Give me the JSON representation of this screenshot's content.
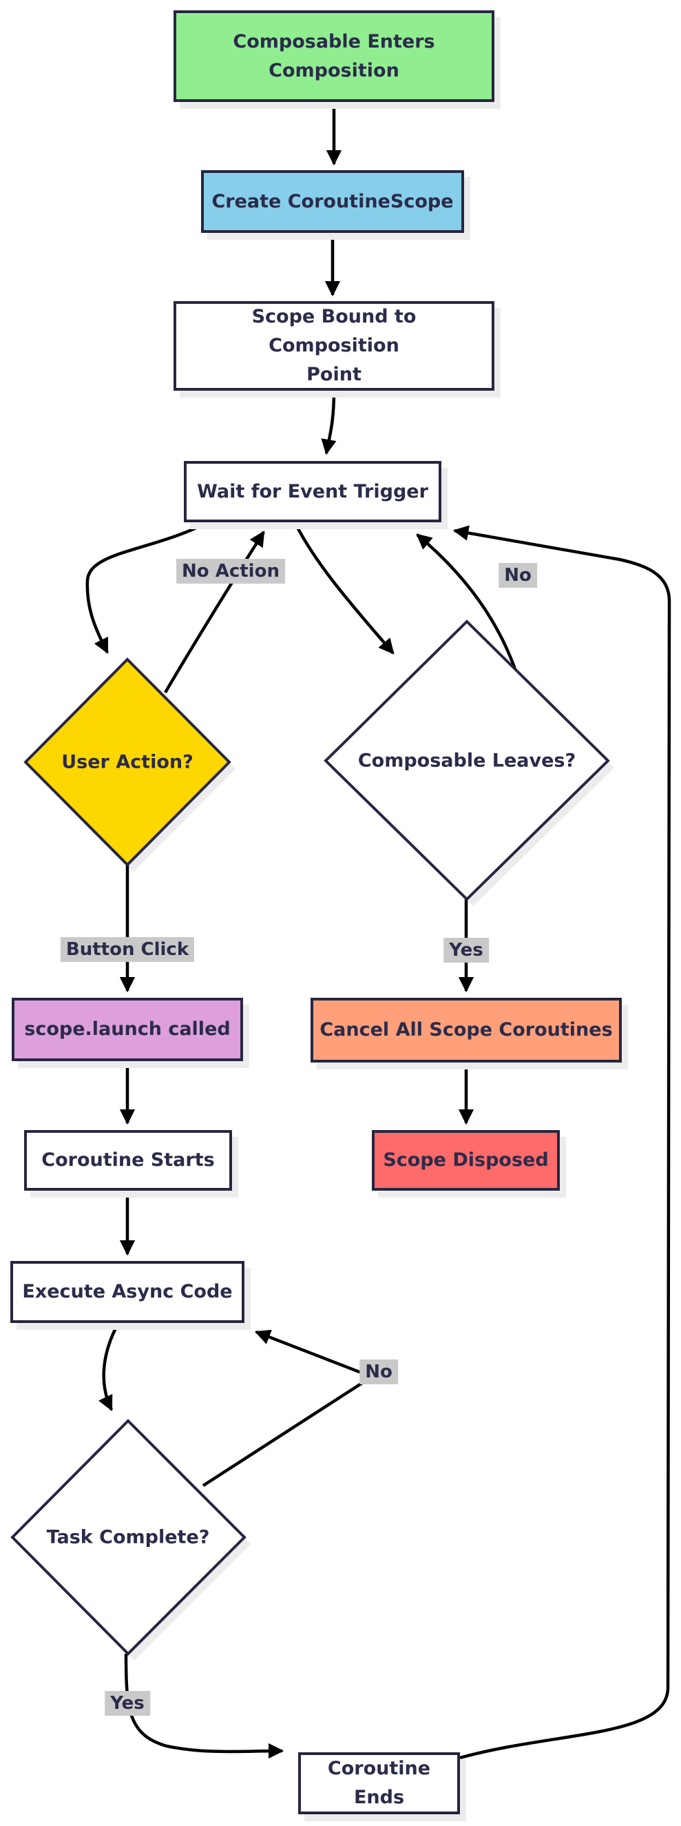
{
  "diagram": {
    "type": "flowchart",
    "direction": "top-down",
    "nodes": {
      "enter": {
        "label": "Composable Enters Composition",
        "shape": "rect",
        "color": "#90EE90"
      },
      "create_scope": {
        "label": "Create CoroutineScope",
        "shape": "rect",
        "color": "#87CEEB"
      },
      "scope_bound": {
        "label": "Scope Bound to Composition Point",
        "shape": "rect",
        "color": "#FFFFFF"
      },
      "wait_event": {
        "label": "Wait for Event Trigger",
        "shape": "rect",
        "color": "#FFFFFF"
      },
      "user_action": {
        "label": "User Action?",
        "shape": "diamond",
        "color": "#FFD700"
      },
      "composable_leaves": {
        "label": "Composable Leaves?",
        "shape": "diamond",
        "color": "#FFFFFF"
      },
      "scope_launch": {
        "label": "scope.launch called",
        "shape": "rect",
        "color": "#DDA0DD"
      },
      "cancel_coroutines": {
        "label": "Cancel All Scope Coroutines",
        "shape": "rect",
        "color": "#FFA07A"
      },
      "coroutine_starts": {
        "label": "Coroutine Starts",
        "shape": "rect",
        "color": "#FFFFFF"
      },
      "scope_disposed": {
        "label": "Scope Disposed",
        "shape": "rect",
        "color": "#FF6B6B"
      },
      "execute_async": {
        "label": "Execute Async Code",
        "shape": "rect",
        "color": "#FFFFFF"
      },
      "task_complete": {
        "label": "Task Complete?",
        "shape": "diamond",
        "color": "#FFFFFF"
      },
      "coroutine_ends": {
        "label": "Coroutine Ends",
        "shape": "rect",
        "color": "#FFFFFF"
      }
    },
    "edge_labels": {
      "no_action": "No Action",
      "leaves_no": "No",
      "button_click": "Button Click",
      "leaves_yes": "Yes",
      "task_no": "No",
      "task_yes": "Yes"
    },
    "edges": [
      {
        "from": "Composable Enters Composition",
        "to": "Create CoroutineScope",
        "label": ""
      },
      {
        "from": "Create CoroutineScope",
        "to": "Scope Bound to Composition Point",
        "label": ""
      },
      {
        "from": "Scope Bound to Composition Point",
        "to": "Wait for Event Trigger",
        "label": ""
      },
      {
        "from": "Wait for Event Trigger",
        "to": "User Action?",
        "label": ""
      },
      {
        "from": "User Action?",
        "to": "Wait for Event Trigger",
        "label": "No Action"
      },
      {
        "from": "Wait for Event Trigger",
        "to": "Composable Leaves?",
        "label": ""
      },
      {
        "from": "Composable Leaves?",
        "to": "Wait for Event Trigger",
        "label": "No"
      },
      {
        "from": "User Action?",
        "to": "scope.launch called",
        "label": "Button Click"
      },
      {
        "from": "Composable Leaves?",
        "to": "Cancel All Scope Coroutines",
        "label": "Yes"
      },
      {
        "from": "scope.launch called",
        "to": "Coroutine Starts",
        "label": ""
      },
      {
        "from": "Cancel All Scope Coroutines",
        "to": "Scope Disposed",
        "label": ""
      },
      {
        "from": "Coroutine Starts",
        "to": "Execute Async Code",
        "label": ""
      },
      {
        "from": "Execute Async Code",
        "to": "Task Complete?",
        "label": ""
      },
      {
        "from": "Task Complete?",
        "to": "Execute Async Code",
        "label": "No"
      },
      {
        "from": "Task Complete?",
        "to": "Coroutine Ends",
        "label": "Yes"
      },
      {
        "from": "Coroutine Ends",
        "to": "Wait for Event Trigger",
        "label": ""
      }
    ],
    "colors": {
      "border": "#262640",
      "edge": "#000000",
      "edge_label_bg": "#C9C9C9",
      "text": "#2B2B4A",
      "shadow": "#ECECEC",
      "background": "#FFFFFF"
    }
  }
}
